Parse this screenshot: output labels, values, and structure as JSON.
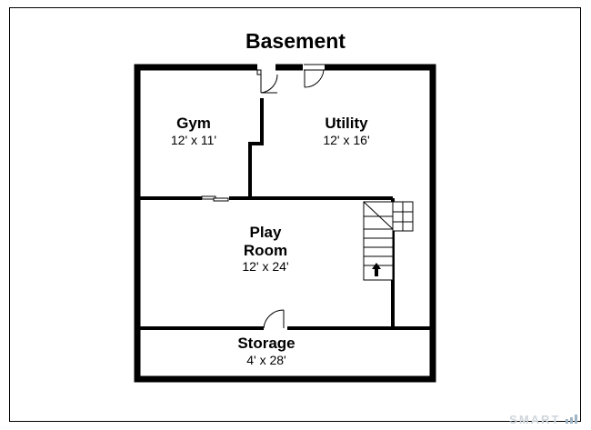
{
  "title": "Basement",
  "rooms": [
    {
      "name": "Gym",
      "dims": "12' x 11'"
    },
    {
      "name": "Utility",
      "dims": "12' x 16'"
    },
    {
      "name_line1": "Play",
      "name_line2": "Room",
      "dims": "12' x 24'"
    },
    {
      "name": "Storage",
      "dims": "4' x 28'"
    }
  ],
  "watermark": "SMART",
  "icons": [
    "stairs-up-arrow-icon",
    "door-swing-icon",
    "watermark-bars-icon"
  ]
}
